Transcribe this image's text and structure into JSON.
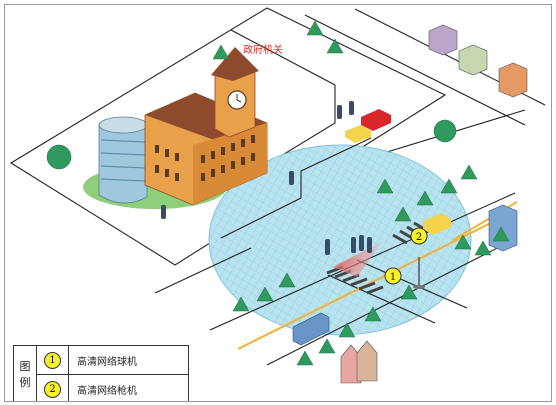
{
  "building_label": "政府机关",
  "legend": {
    "header_chars": [
      "图",
      "例"
    ],
    "items": [
      {
        "number": "1",
        "label": "高清网络球机"
      },
      {
        "number": "2",
        "label": "高清网络枪机"
      }
    ]
  },
  "markers": [
    {
      "number": "1"
    },
    {
      "number": "2"
    }
  ],
  "colors": {
    "coverage_fill": "#b9e3ef",
    "coverage_grid": "#7fc4da",
    "marker_yellow": "#f7f12a",
    "road_center_line": "#f2b233",
    "crosswalk": "#444444",
    "tree": "#2f9a5e",
    "building_orange": "#e9a04a",
    "building_roof": "#8e4a2c",
    "building_blue": "#9fc7de"
  }
}
